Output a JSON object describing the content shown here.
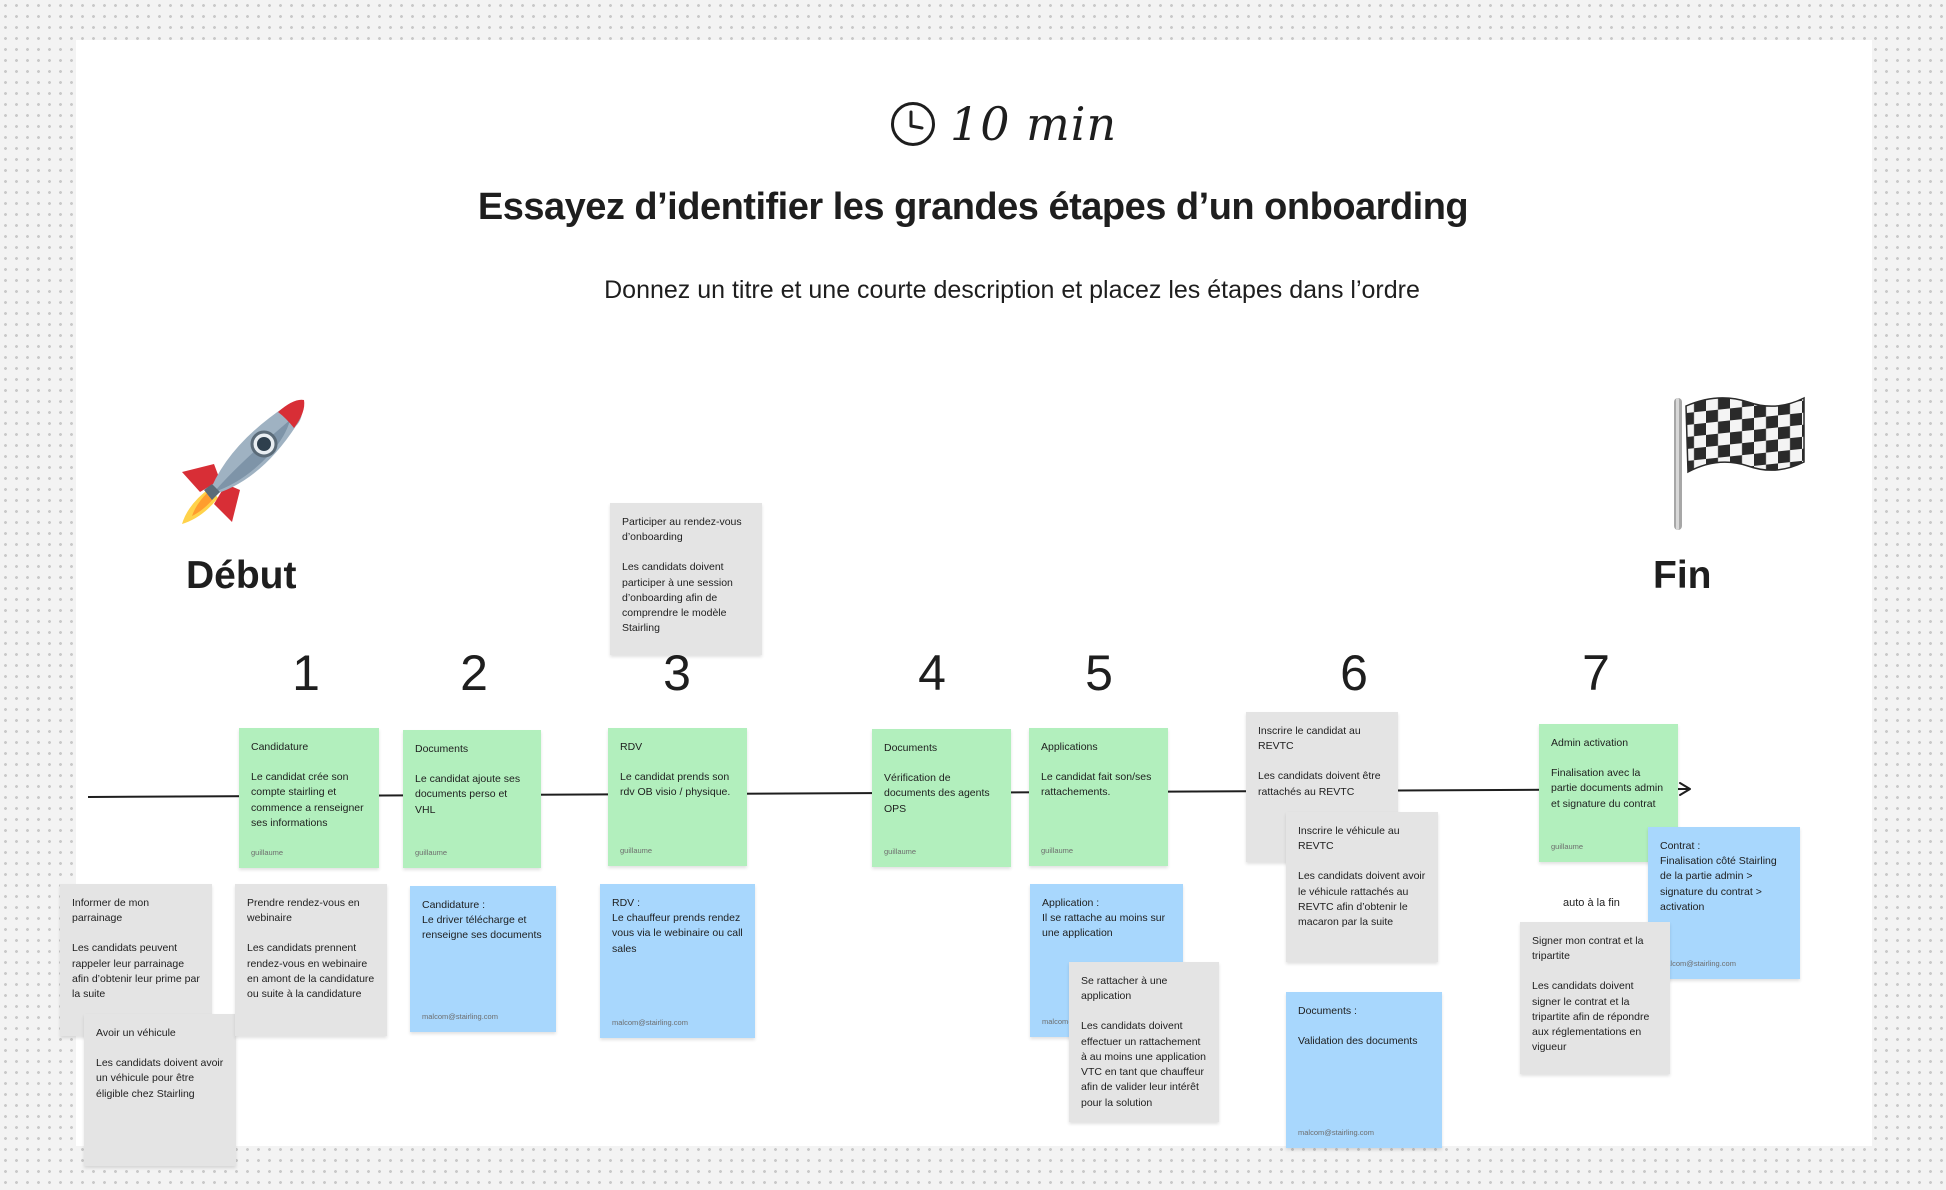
{
  "header": {
    "timer": "10 min",
    "title": "Essayez d’identifier les grandes étapes d’un onboarding",
    "subtitle": "Donnez un titre et une courte description et placez les étapes dans l’ordre"
  },
  "start": {
    "label": "Début",
    "icon": "rocket-icon"
  },
  "end": {
    "label": "Fin",
    "icon": "checkered-flag-icon"
  },
  "steps": [
    "1",
    "2",
    "3",
    "4",
    "5",
    "6",
    "7"
  ],
  "colors": {
    "green": "#b2efbd",
    "blue": "#a8d7fd",
    "grey": "#e4e4e4",
    "canvas": "#ffffff",
    "background": "#f3f3f3"
  },
  "notes": {
    "candidature": {
      "title": "Candidature",
      "desc": "Le candidat crée son compte stairling et commence a renseigner ses informations",
      "author": "guillaume"
    },
    "documents1": {
      "title": "Documents",
      "desc": "Le candidat ajoute ses documents perso et VHL",
      "author": "guillaume"
    },
    "rdv": {
      "title": "RDV",
      "desc": "Le candidat prends son rdv OB visio / physique.",
      "author": "guillaume"
    },
    "documents2": {
      "title": "Documents",
      "desc": "Vérification de documents des agents OPS",
      "author": "guillaume"
    },
    "applications": {
      "title": "Applications",
      "desc": "Le candidat fait son/ses rattachements.",
      "author": "guillaume"
    },
    "admin_activation": {
      "title": "Admin activation",
      "desc": "Finalisation avec la partie documents admin et signature du contrat",
      "author": "guillaume"
    },
    "participer_rdv": {
      "title": "Participer au rendez-vous d’onboarding",
      "desc": "Les candidats doivent participer à une session d’onboarding afin de comprendre le modèle Stairling"
    },
    "parrainage": {
      "title": "Informer de mon parrainage",
      "desc": "Les candidats peuvent rappeler leur parrainage afin d’obtenir leur prime par la suite"
    },
    "vehicule": {
      "title": "Avoir un véhicule",
      "desc": "Les candidats doivent avoir un véhicule pour être éligible chez Stairling"
    },
    "prendre_rdv": {
      "title": "Prendre rendez-vous en webinaire",
      "desc": "Les candidats prennent rendez-vous en webinaire en amont de la candidature ou suite à la candidature"
    },
    "blue_candidature": {
      "title": "Candidature :\nLe driver télécharge et renseigne ses documents",
      "author": "malcom@stairling.com"
    },
    "blue_rdv": {
      "title": "RDV :\nLe chauffeur prends rendez vous via le webinaire ou call sales",
      "author": "malcom@stairling.com"
    },
    "blue_application": {
      "title": "Application :\nIl se rattache au moins sur une application",
      "author": "malcom@stairling.com"
    },
    "rattacher": {
      "title": "Se rattacher à une application",
      "desc": "Les candidats doivent effectuer un rattachement à au moins une application VTC en tant que chauffeur afin de valider leur intérêt pour la solution"
    },
    "revtc_candidat": {
      "title": "Inscrire le candidat au REVTC",
      "desc": "Les candidats doivent être rattachés au REVTC"
    },
    "revtc_vehicule": {
      "title": "Inscrire le véhicule au REVTC",
      "desc": "Les candidats doivent avoir le véhicule rattachés au REVTC afin d’obtenir le macaron par la suite"
    },
    "blue_documents": {
      "title": "Documents :",
      "desc": "Validation des documents",
      "author": "malcom@stairling.com"
    },
    "blue_contrat": {
      "title": "Contrat :\nFinalisation côté Stairling de la partie admin > signature du contrat > activation",
      "author": "malcom@stairling.com"
    },
    "signer_contrat": {
      "title": "Signer mon contrat et la tripartite",
      "desc": "Les candidats doivent signer le contrat et la tripartite afin de répondre aux réglementations en vigueur"
    }
  },
  "auto_text": "auto à la fin"
}
